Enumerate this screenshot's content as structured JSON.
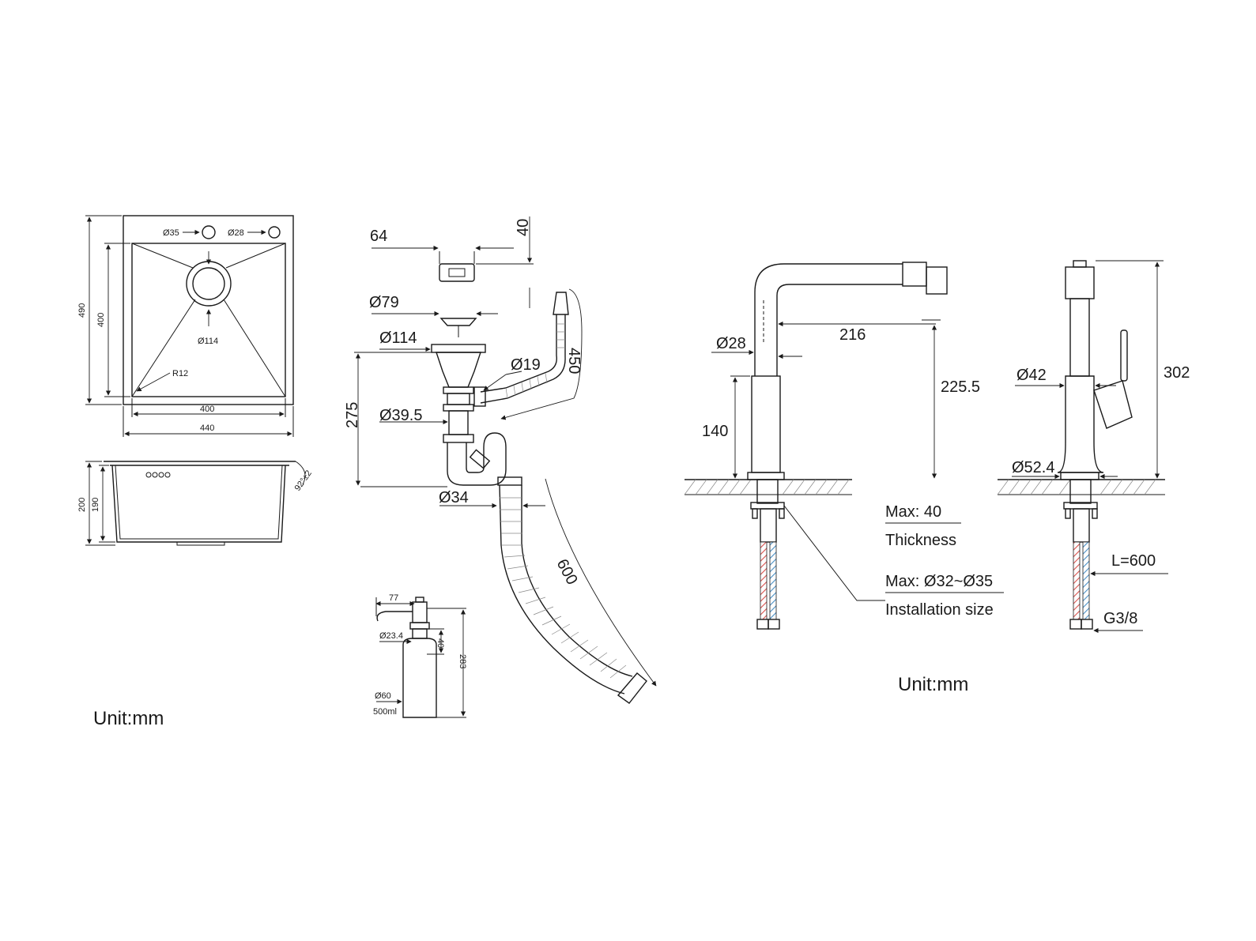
{
  "units": {
    "left": "Unit:mm",
    "right": "Unit:mm"
  },
  "sink": {
    "hole_a": "Ø35",
    "hole_b": "Ø28",
    "drain": "Ø114",
    "radius": "R12",
    "outer_width": "440",
    "inner_width": "400",
    "outer_length": "490",
    "inner_length": "400",
    "depth_total": "200",
    "depth_inner": "190",
    "angle": "92°±2"
  },
  "drain_kit": {
    "overflow_w": "64",
    "overflow_h": "40",
    "strainer": "Ø79",
    "basket": "Ø114",
    "overflow_pipe": "Ø19",
    "overflow_len": "450",
    "height": "275",
    "trap": "Ø39.5",
    "outlet": "Ø34",
    "hose_len": "600"
  },
  "dispenser": {
    "spout": "77",
    "neck": "Ø23.4",
    "neck_h": "40",
    "height": "283",
    "bottle": "Ø60",
    "volume": "500ml"
  },
  "faucet_side": {
    "spout_reach": "216",
    "hose_d": "Ø28",
    "height": "225.5",
    "body_h": "140",
    "max_thickness": "Max: 40",
    "thickness_label": "Thickness",
    "max_install": "Max: Ø32~Ø35",
    "install_label": "Installation size"
  },
  "faucet_front": {
    "body_d": "Ø42",
    "height": "302",
    "base_d": "Ø52.4",
    "hose_len": "L=600",
    "thread": "G3/8"
  },
  "colors": {
    "line": "#1a1a1a",
    "hot": "#d9534f",
    "cold": "#4a8fc4",
    "hatch": "#888888"
  }
}
